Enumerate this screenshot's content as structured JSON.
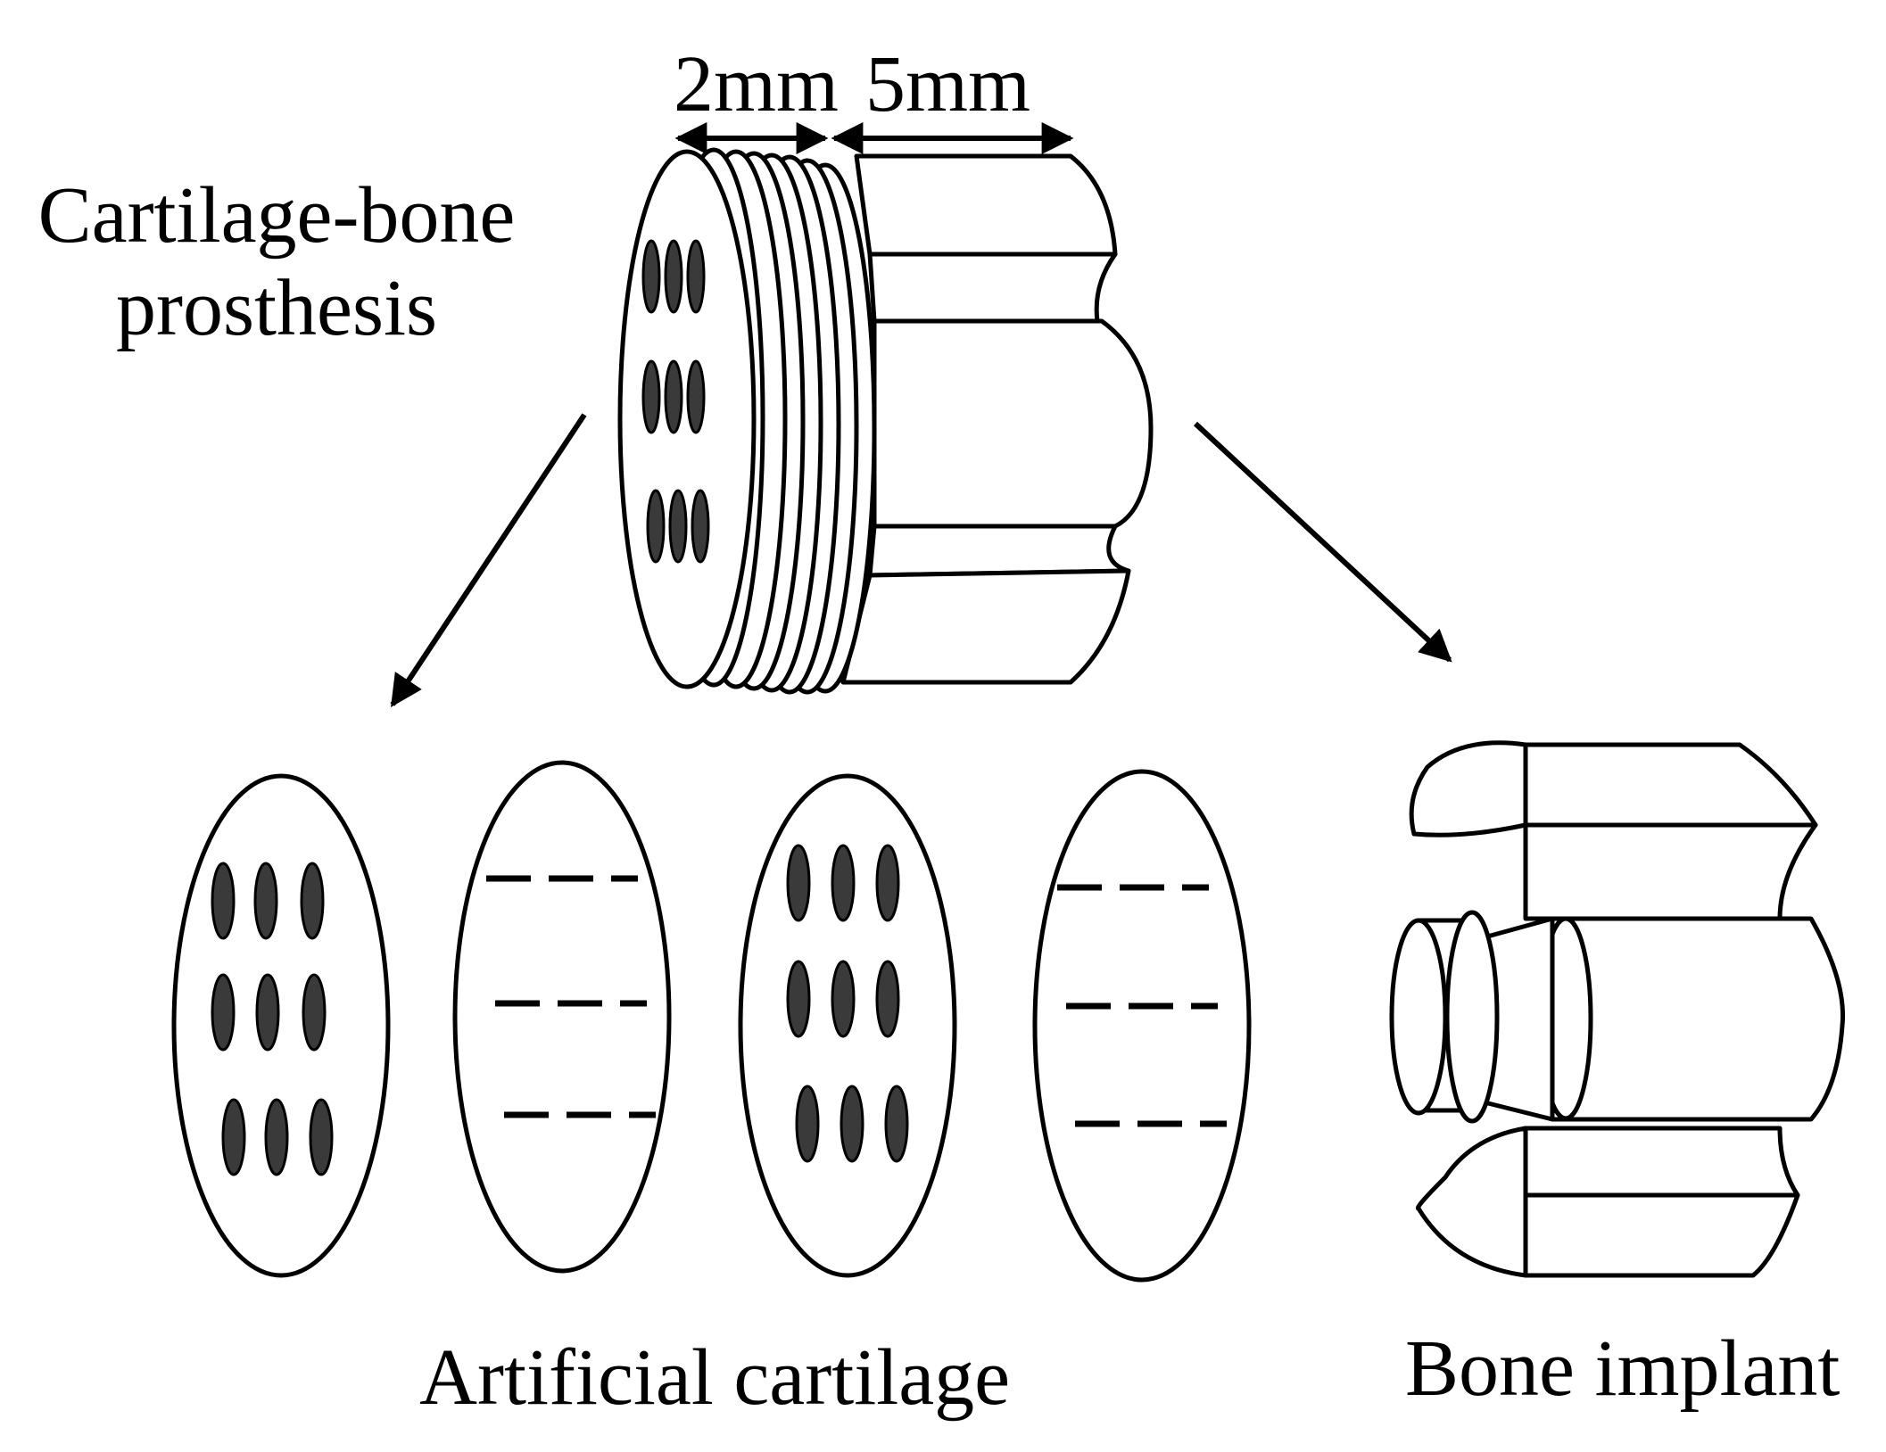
{
  "labels": {
    "prosthesis_line1": "Cartilage-bone",
    "prosthesis_line2": "prosthesis",
    "dim_cartilage": "2mm",
    "dim_bone": "5mm",
    "artificial_cartilage": "Artificial cartilage",
    "bone_implant": "Bone implant"
  },
  "colors": {
    "stroke": "#000000",
    "pore_fill": "#3a3a3a",
    "background": "#ffffff"
  }
}
